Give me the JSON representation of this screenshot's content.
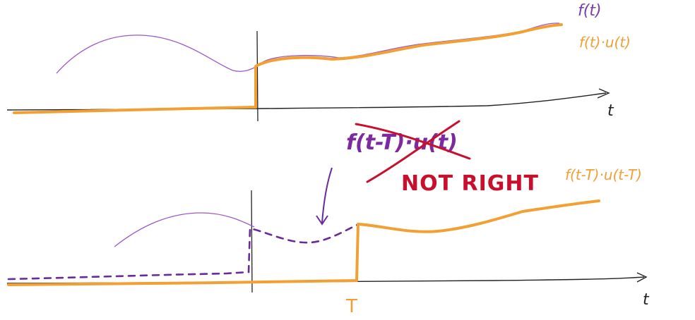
{
  "top_panel": {
    "curve_label": "f(t)",
    "product_label": "f(t)·u(t)",
    "axis_label": "t"
  },
  "bottom_panel": {
    "wrong_label": "f(t-T)·u(t)",
    "wrong_verdict": "NOT RIGHT",
    "correct_label": "f(t-T)·u(t-T)",
    "axis_label": "t",
    "shift_marker": "T"
  },
  "colors": {
    "ink": "#222222",
    "signal": "#9b59c6",
    "shifted_wrong": "#6a2a9a",
    "product": "#f2a033",
    "strike": "#c8102e",
    "verdict": "#c8102e"
  }
}
